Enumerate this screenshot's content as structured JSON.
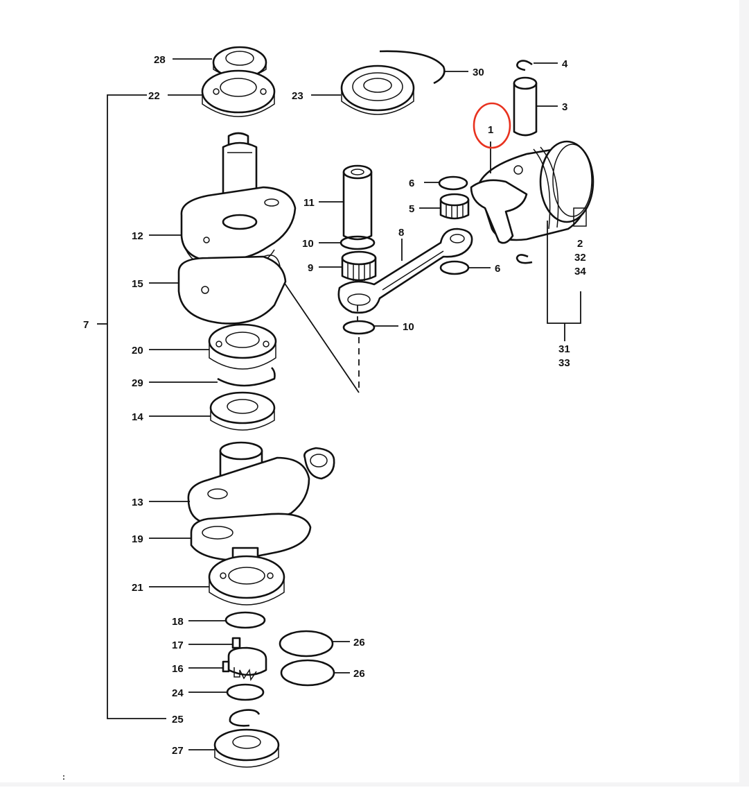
{
  "diagram": {
    "callouts": [
      {
        "id": "28",
        "text": "28"
      },
      {
        "id": "22",
        "text": "22"
      },
      {
        "id": "23",
        "text": "23"
      },
      {
        "id": "30",
        "text": "30"
      },
      {
        "id": "4",
        "text": "4"
      },
      {
        "id": "3",
        "text": "3"
      },
      {
        "id": "1",
        "text": "1"
      },
      {
        "id": "2",
        "text": "2"
      },
      {
        "id": "32",
        "text": "32"
      },
      {
        "id": "34",
        "text": "34"
      },
      {
        "id": "31",
        "text": "31"
      },
      {
        "id": "33",
        "text": "33"
      },
      {
        "id": "6a",
        "text": "6"
      },
      {
        "id": "5",
        "text": "5"
      },
      {
        "id": "8",
        "text": "8"
      },
      {
        "id": "6b",
        "text": "6"
      },
      {
        "id": "11",
        "text": "11"
      },
      {
        "id": "10a",
        "text": "10"
      },
      {
        "id": "9",
        "text": "9"
      },
      {
        "id": "10b",
        "text": "10"
      },
      {
        "id": "12",
        "text": "12"
      },
      {
        "id": "15",
        "text": "15"
      },
      {
        "id": "7",
        "text": "7"
      },
      {
        "id": "20",
        "text": "20"
      },
      {
        "id": "29",
        "text": "29"
      },
      {
        "id": "14",
        "text": "14"
      },
      {
        "id": "13",
        "text": "13"
      },
      {
        "id": "19",
        "text": "19"
      },
      {
        "id": "21",
        "text": "21"
      },
      {
        "id": "18",
        "text": "18"
      },
      {
        "id": "17",
        "text": "17"
      },
      {
        "id": "16",
        "text": "16"
      },
      {
        "id": "24",
        "text": "24"
      },
      {
        "id": "25",
        "text": "25"
      },
      {
        "id": "27",
        "text": "27"
      },
      {
        "id": "26a",
        "text": "26"
      },
      {
        "id": "26b",
        "text": "26"
      }
    ],
    "highlight": {
      "target": "1",
      "color": "#e8321f"
    },
    "corner_mark": ":",
    "colors": {
      "ink": "#111111",
      "paper": "#ffffff",
      "strip": "#f4f4f5"
    }
  }
}
